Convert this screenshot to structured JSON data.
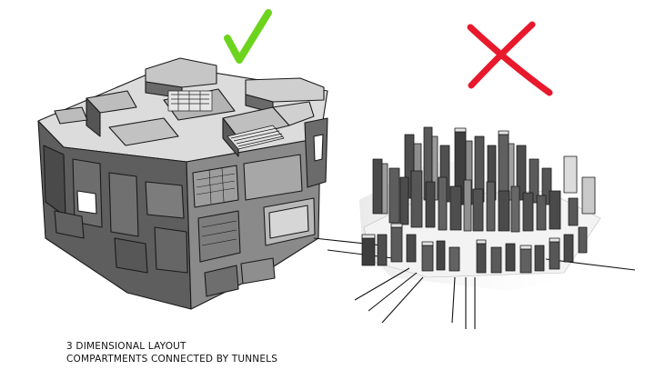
{
  "caption": {
    "line1": "3 DIMENSIONAL LAYOUT",
    "line2": "COMPARTMENTS CONNECTED BY TUNNELS"
  },
  "marks": {
    "approve_icon": "checkmark-icon",
    "approve_color": "#6dd41e",
    "reject_icon": "x-mark-icon",
    "reject_color": "#e8192c"
  },
  "illustrations": {
    "left": "cube-compartment-structure",
    "right": "flat-city-sprawl"
  }
}
